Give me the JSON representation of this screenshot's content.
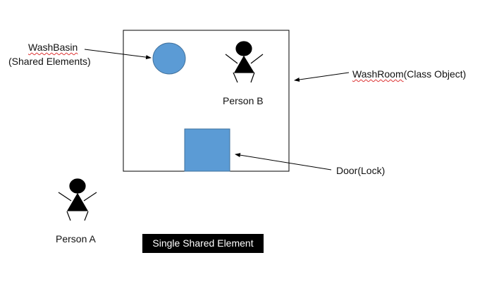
{
  "labels": {
    "washbasin_name": "WashBasin",
    "washbasin_note": "(Shared Elements)",
    "washroom_name": "WashRoom",
    "washroom_note": "(Class Object)",
    "door": "Door(Lock)",
    "person_b": "Person B",
    "person_a": "Person A",
    "caption": "Single Shared Element"
  },
  "colors": {
    "shape_fill": "#5B9BD5",
    "shape_stroke": "#41719C",
    "caption_bg": "#000000"
  }
}
